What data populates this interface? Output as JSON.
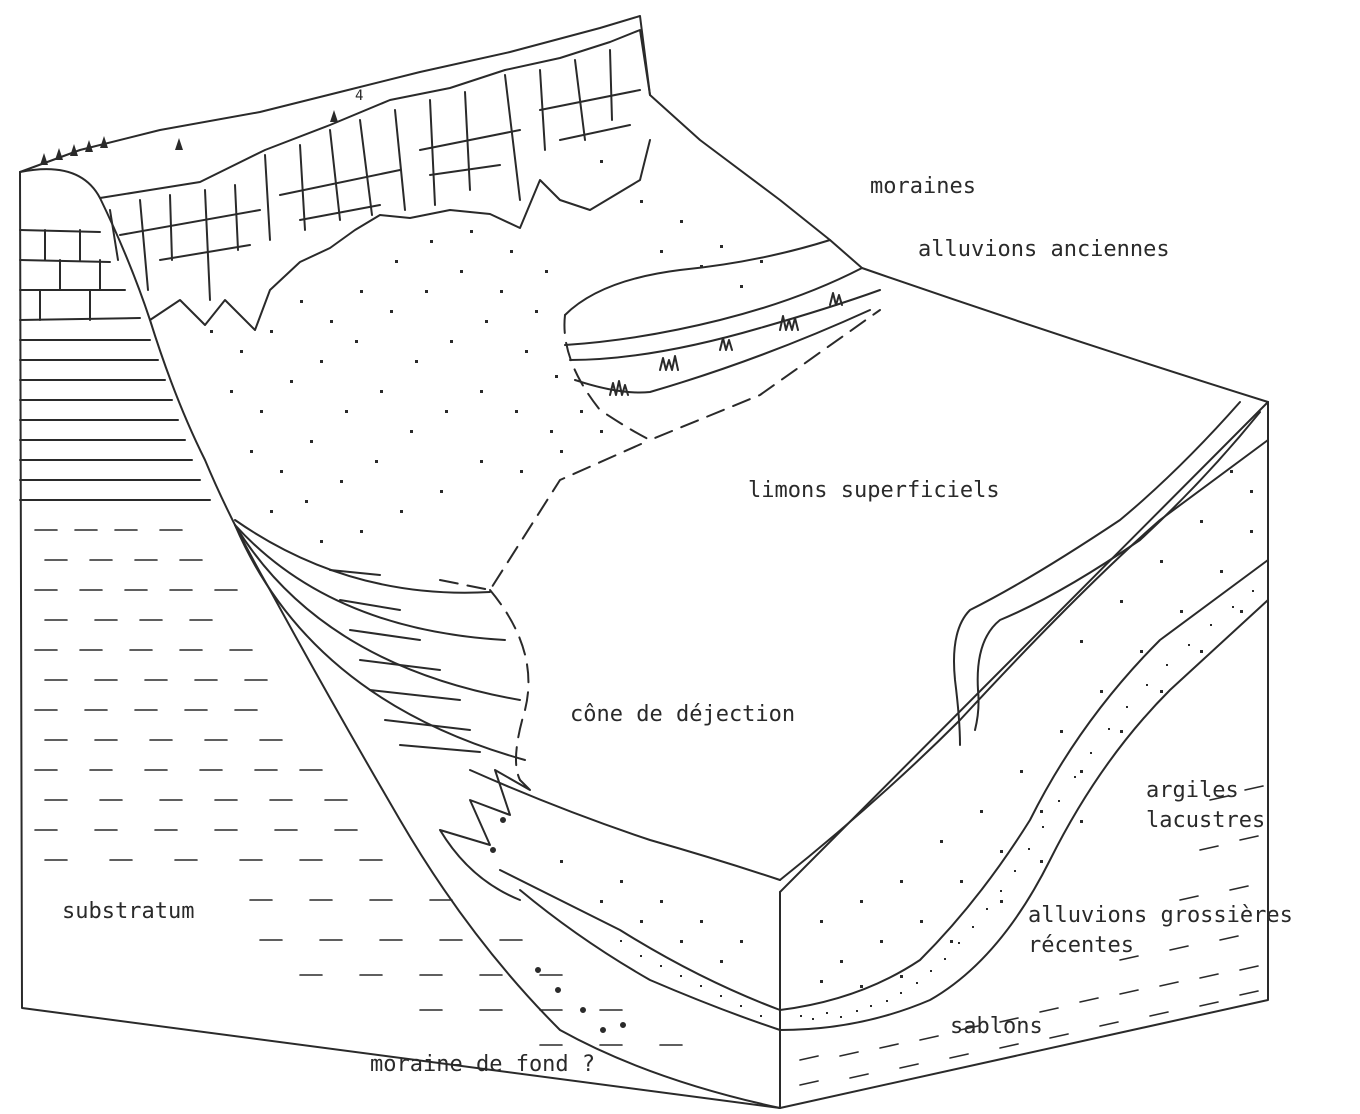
{
  "labels": {
    "moraines": "moraines",
    "alluvions_anciennes": "alluvions anciennes",
    "limons_superficiels": "limons superficiels",
    "cone_de_dejection": "cône de déjection",
    "argiles_lacustres": [
      "argiles",
      "lacustres"
    ],
    "alluvions_grossieres_recentes": [
      "alluvions grossières",
      "récentes"
    ],
    "substratum": "substratum",
    "sablons": "sablons",
    "moraine_de_fond": "moraine de fond ?",
    "summit_mark": "4"
  },
  "colors": {
    "ink": "#2a2a2a",
    "background": "#ffffff"
  }
}
